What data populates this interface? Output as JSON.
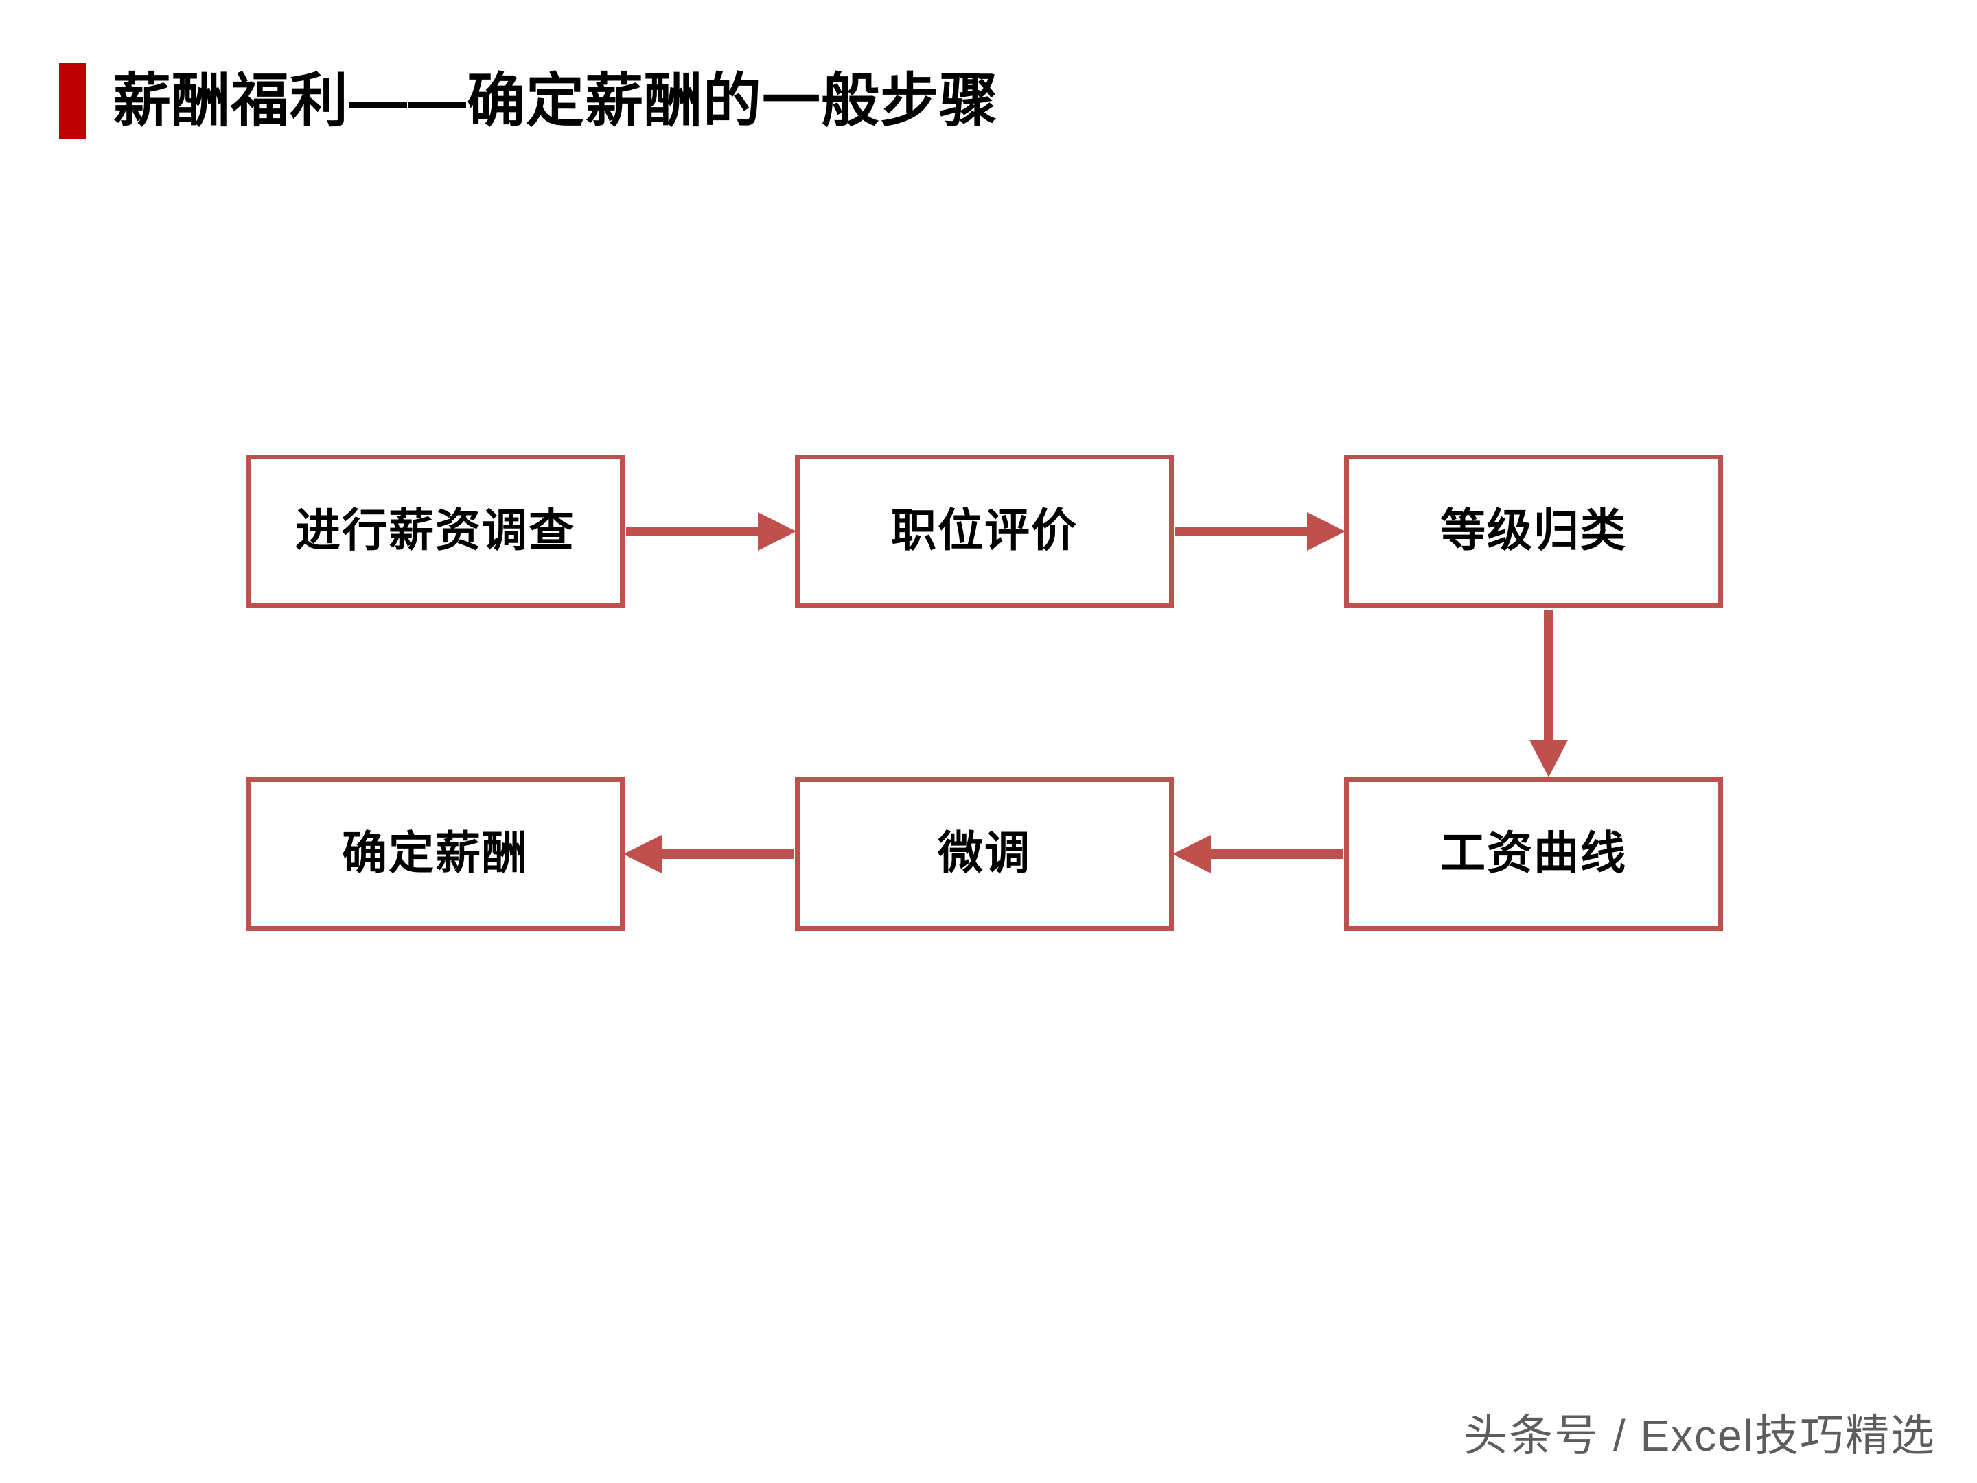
{
  "slide": {
    "title": "薪酬福利——确定薪酬的一般步骤",
    "accent_color": "#BE0000",
    "background_color": "#FFFFFF"
  },
  "diagram": {
    "type": "flowchart",
    "node_border_color": "#C0504D",
    "arrow_color": "#C0504D",
    "nodes": [
      {
        "id": "n1",
        "label": "进行薪资调查",
        "row": 1,
        "col": 1
      },
      {
        "id": "n2",
        "label": "职位评价",
        "row": 1,
        "col": 2
      },
      {
        "id": "n3",
        "label": "等级归类",
        "row": 1,
        "col": 3
      },
      {
        "id": "n4",
        "label": "确定薪酬",
        "row": 2,
        "col": 1
      },
      {
        "id": "n5",
        "label": "微调",
        "row": 2,
        "col": 2
      },
      {
        "id": "n6",
        "label": "工资曲线",
        "row": 2,
        "col": 3
      }
    ],
    "edges": [
      {
        "from": "n1",
        "to": "n2",
        "direction": "right"
      },
      {
        "from": "n2",
        "to": "n3",
        "direction": "right"
      },
      {
        "from": "n3",
        "to": "n6",
        "direction": "down"
      },
      {
        "from": "n6",
        "to": "n5",
        "direction": "left"
      },
      {
        "from": "n5",
        "to": "n4",
        "direction": "left"
      }
    ]
  },
  "watermark": {
    "text": "头条号 / Excel技巧精选",
    "color": "#5D5D5D"
  }
}
